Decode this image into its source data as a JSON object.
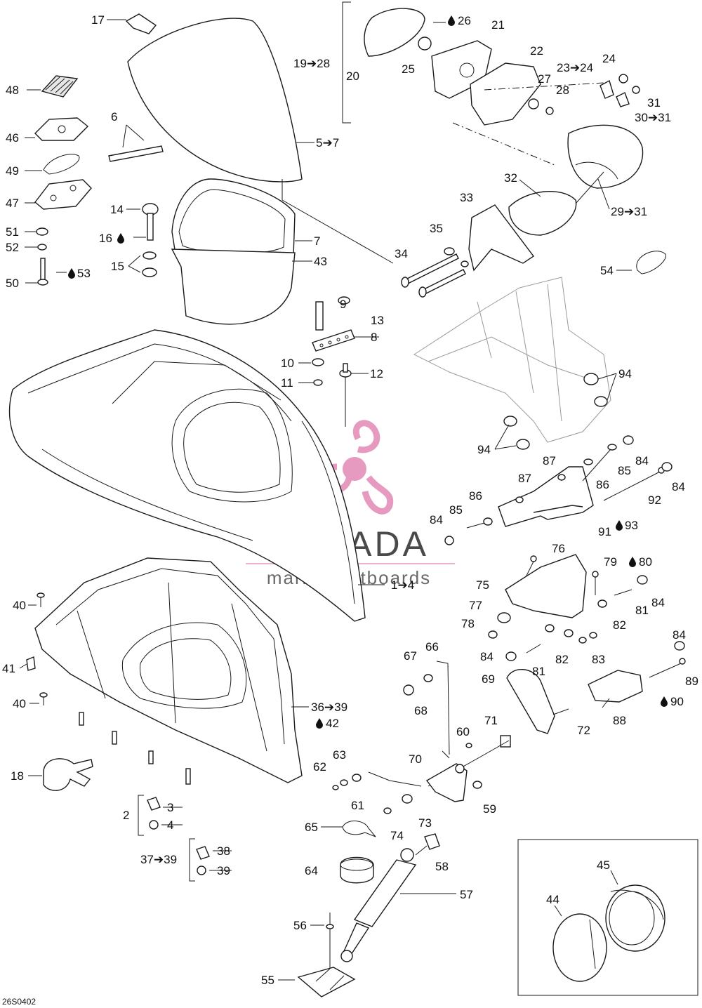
{
  "figure_code": "26S0402",
  "watermark": {
    "brand": "ARMADA",
    "tagline": "marine outboards",
    "accent_color": "#e79ac0",
    "text_color": "#4a4a4a"
  },
  "symbols": {
    "drop_icon": "drop-icon",
    "arrow_icon": "arrow-icon"
  },
  "callouts": {
    "c17": "17",
    "c48": "48",
    "c46": "46",
    "c49": "49",
    "c47": "47",
    "c51": "51",
    "c52": "52",
    "c50": "50",
    "c53": "53",
    "c6": "6",
    "c5_7": "5➔7",
    "c14": "14",
    "c16": "16",
    "c15": "15",
    "c19_28": "19➔28",
    "c20": "20",
    "c25": "25",
    "c26": "26",
    "c21": "21",
    "c22": "22",
    "c27": "27",
    "c28": "28",
    "c23_24": "23➔24",
    "c24": "24",
    "c31": "31",
    "c30_31": "30➔31",
    "c29_31": "29➔31",
    "c32": "32",
    "c33": "33",
    "c35": "35",
    "c34": "34",
    "c54": "54",
    "c7": "7",
    "c43": "43",
    "c9": "9",
    "c13": "13",
    "c8": "8",
    "c10": "10",
    "c11": "11",
    "c12": "12",
    "c94a": "94",
    "c94b": "94",
    "c87a": "87",
    "c85a": "85",
    "c84a": "84",
    "c86a": "86",
    "c84b": "84",
    "c92": "92",
    "c87b": "87",
    "c86b": "86",
    "c85b": "85",
    "c84c": "84",
    "c91": "91",
    "c93": "93",
    "c76": "76",
    "c79_80": "79",
    "c80": "80",
    "c75": "75",
    "c84d": "84",
    "c81a": "81",
    "c77": "77",
    "c78": "78",
    "c82a": "82",
    "c84e": "84",
    "c82b": "82",
    "c83": "83",
    "c81b": "81",
    "c84f": "84",
    "c89": "89",
    "c88": "88",
    "c90": "90",
    "c1_4": "1➔4",
    "c40a": "40",
    "c41": "41",
    "c40b": "40",
    "c36_39": "36➔39",
    "c42": "42",
    "c18": "18",
    "c2": "2",
    "c3": "3",
    "c4": "4",
    "c37_39": "37➔39",
    "c38": "38",
    "c39": "39",
    "c67": "67",
    "c66": "66",
    "c68": "68",
    "c69": "69",
    "c72": "72",
    "c71": "71",
    "c60": "60",
    "c63": "63",
    "c62": "62",
    "c61": "61",
    "c70": "70",
    "c59": "59",
    "c65": "65",
    "c74": "74",
    "c73": "73",
    "c58": "58",
    "c64": "64",
    "c57": "57",
    "c56": "56",
    "c55": "55",
    "c45": "45",
    "c44": "44"
  }
}
